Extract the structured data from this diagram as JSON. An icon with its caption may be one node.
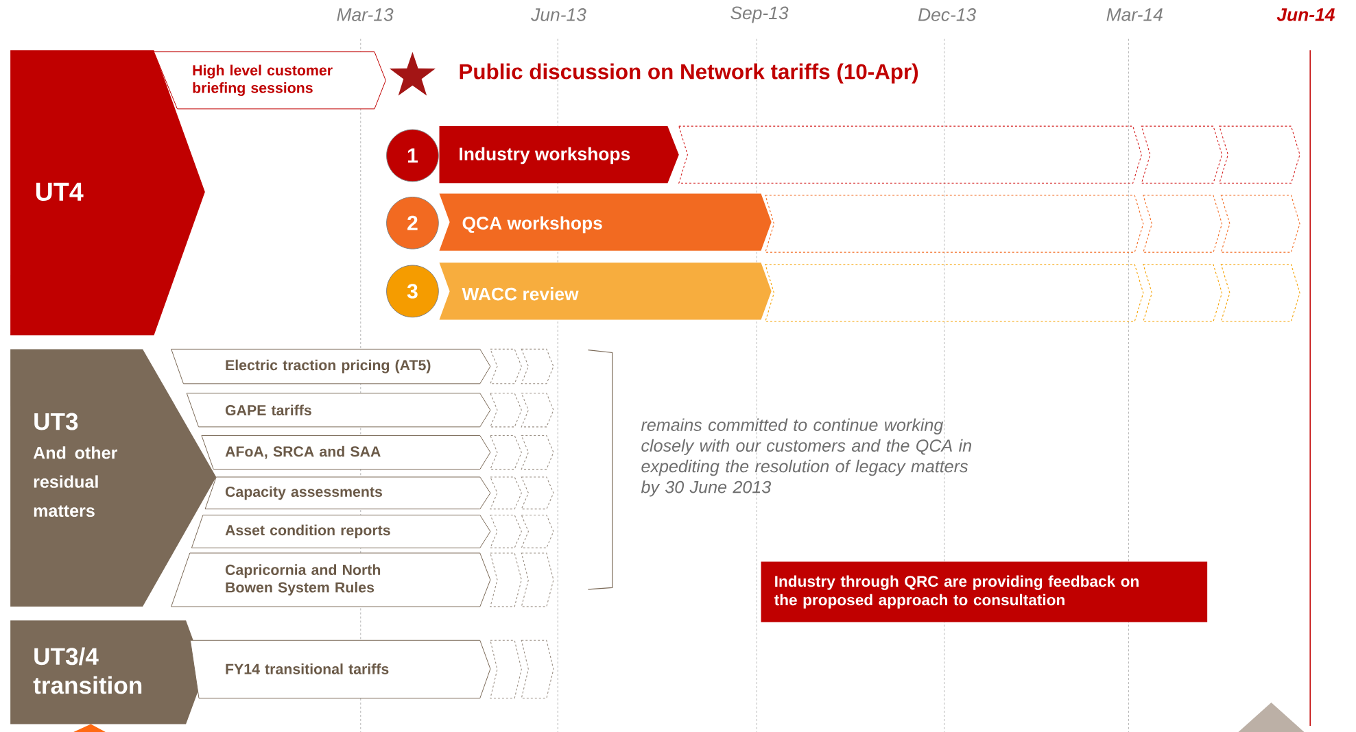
{
  "diagram": {
    "nodes": [
      {
        "text": [
          "UT4"
        ]
      },
      {
        "text": [
          "High level customer briefing sessions"
        ]
      },
      {
        "text": [
          "1"
        ]
      },
      {
        "text": [
          "Industry workshops"
        ]
      },
      {
        "text": [
          "2"
        ]
      },
      {
        "text": [
          "QCA workshops"
        ]
      },
      {
        "text": [
          "3"
        ]
      },
      {
        "text": [
          "WACC review"
        ]
      },
      {
        "text": [
          "UT3",
          "And other residual matters"
        ]
      },
      {
        "text": [
          "Electric traction pricing (AT5)"
        ]
      },
      {
        "text": [
          "GAPE tariffs"
        ]
      },
      {
        "text": [
          "AFoA, SRCA and SAA"
        ]
      },
      {
        "text": [
          "Capacity assessments"
        ]
      },
      {
        "text": [
          "Asset condition reports"
        ]
      },
      {
        "text": [
          "Capricornia  and North Bowen System Rules"
        ]
      },
      {
        "text": [
          "UT3/4 transition"
        ]
      },
      {
        "text": [
          "FY14 transitional tariffs"
        ]
      },
      {
        "text": [
          "Industry through QRC are providing feedback on the proposed approach to consultation"
        ]
      }
    ],
    "labels": [
      "Mar-13",
      "Jun-13",
      "Sep-13",
      "Dec-13",
      "Mar-14",
      "Jun-14",
      "Public discussion on Network tariffs (10-Apr)",
      "remains committed to continue working closely with our customers and the QCA in expediting the resolution of legacy matters by 30 June 2013"
    ]
  }
}
